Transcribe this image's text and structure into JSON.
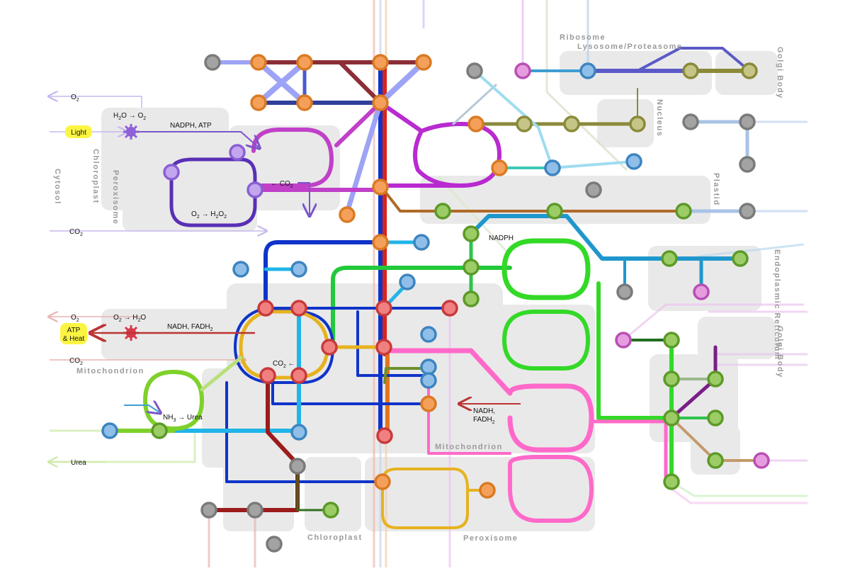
{
  "compartments": {
    "cytosol": "Cytosol",
    "chloroplast": "Chloroplast",
    "peroxisome": "Peroxisome",
    "mitochondrion": "Mitochondrion",
    "ribosome": "Ribosome",
    "lysosome": "Lysosome/Proteasome",
    "golgi": "Golgi Body",
    "nucleus": "Nucleus",
    "plastid": "Plastid",
    "er": "Endoplasmic Reticulum"
  },
  "labels": {
    "o2": "O",
    "o2_sub": "2",
    "co2": "CO",
    "co2_sub": "2",
    "light": "Light",
    "atp_heat_1": "ATP",
    "atp_heat_2": "& Heat",
    "nadph_atp": "NADPH, ATP",
    "nadph": "NADPH",
    "nadh_fadh": "NADH, FADH",
    "nadh": "NADH,",
    "fadh": "FADH",
    "urea": "Urea",
    "nh3_urea": "NH",
    "nh3_urea_tail": " → Urea",
    "h2o_o2": "H",
    "h2o_o2_mid": "O → O",
    "o2_h2o2": "O",
    "o2_h2o2_mid": " → H",
    "o2_h2o2_tail": "O",
    "o2_h2o": "O",
    "o2_h2o_mid": " → H",
    "o2_h2o_tail": "O",
    "co2_left": "← CO",
    "co2_right": "CO",
    "co2_right_tail": " ←",
    "num2": "2",
    "three": "3"
  },
  "colors": {
    "orange": "#f5a05a",
    "red": "#f08080",
    "blue": "#8fbfe8",
    "green": "#9ccc65",
    "purple": "#c3a6ee",
    "pink": "#e79ce0",
    "grey": "#9e9e9e",
    "olive": "#b9b97a"
  }
}
